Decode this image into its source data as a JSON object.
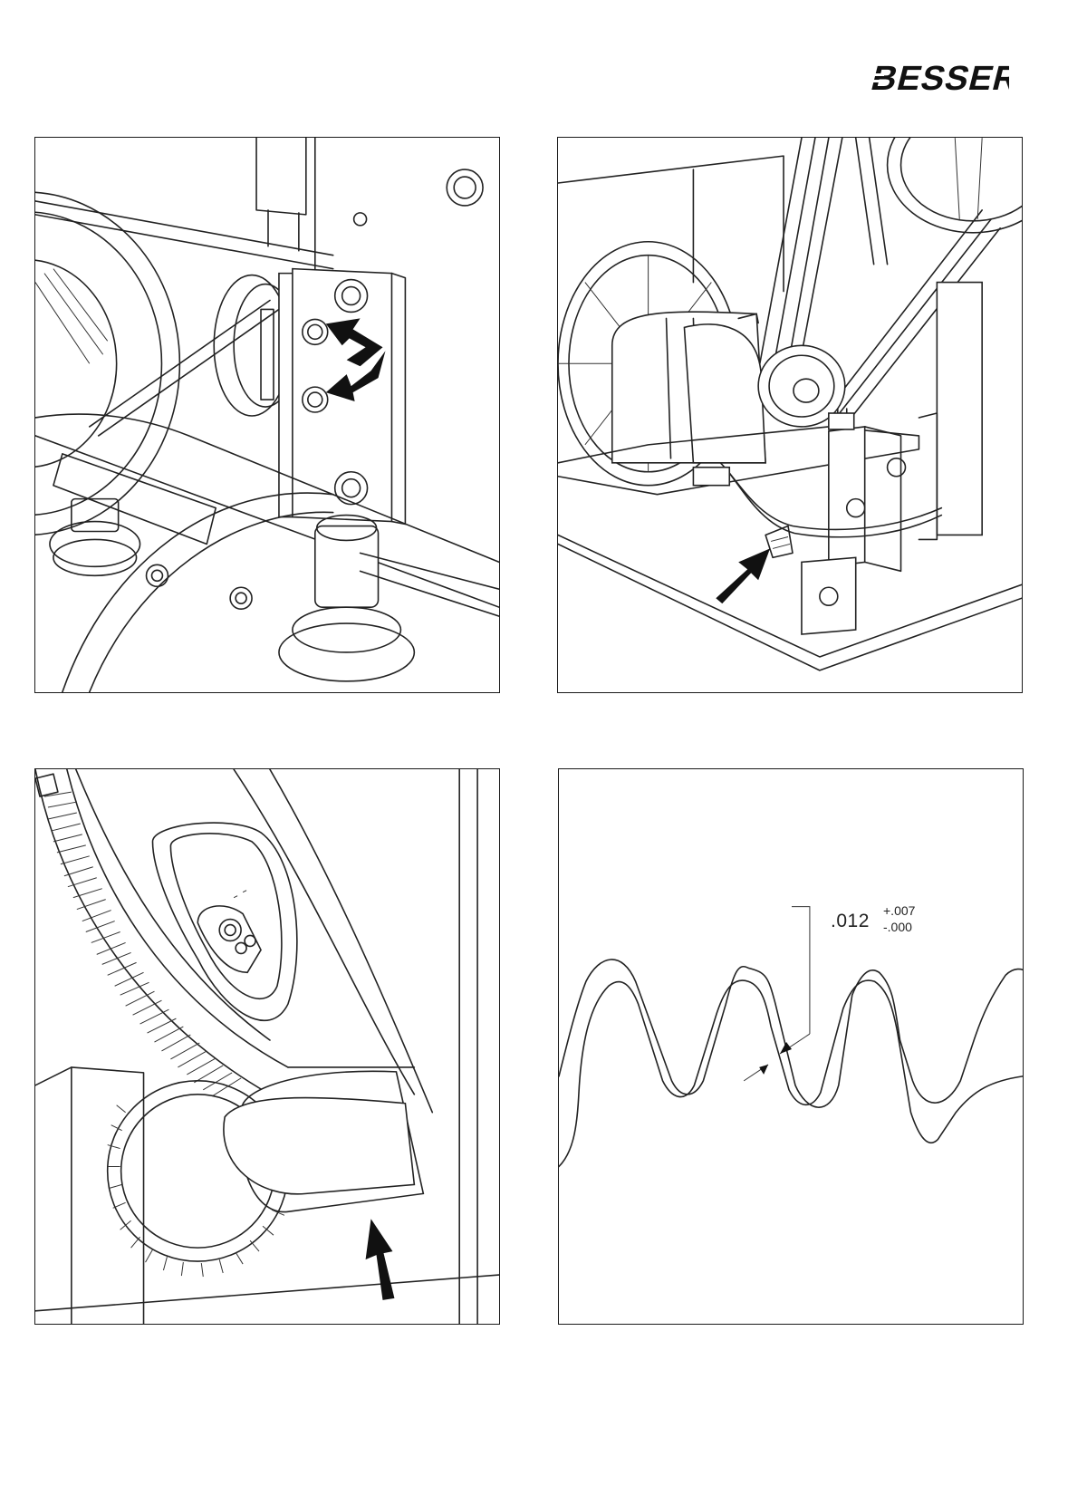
{
  "header": {
    "logo_text": "BESSER"
  },
  "figures": [
    {
      "id": "fig-1",
      "subject": "bearing plate bolts",
      "arrows": 2
    },
    {
      "id": "fig-2",
      "subject": "motor grease fitting",
      "arrows": 1
    },
    {
      "id": "fig-3",
      "subject": "gear and pinion",
      "arrows": 1
    },
    {
      "id": "fig-4",
      "subject": "gear tooth clearance"
    }
  ],
  "tolerance": {
    "nominal": ".012",
    "upper": "+.007",
    "lower": "-.000"
  }
}
